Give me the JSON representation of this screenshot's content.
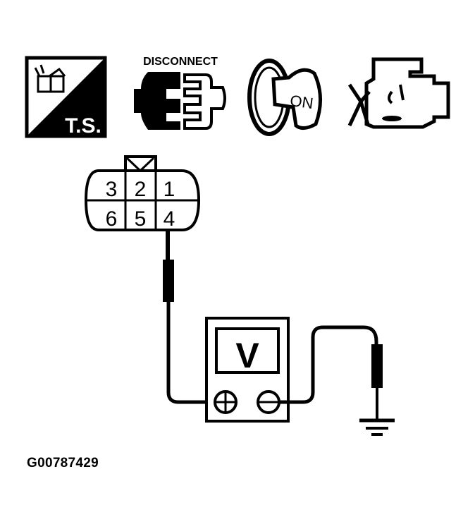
{
  "icons": {
    "ts_badge": {
      "label": "T.S."
    },
    "disconnect": {
      "label": "DISCONNECT"
    },
    "ignition": {
      "label": "ON"
    },
    "engine": {
      "label": ""
    }
  },
  "connector": {
    "pins_top": [
      "3",
      "2",
      "1"
    ],
    "pins_bottom": [
      "6",
      "5",
      "4"
    ],
    "probed_pin": "4"
  },
  "meter": {
    "display": "V",
    "positive_terminal": "+",
    "negative_terminal": "-"
  },
  "figure_id": "G00787429",
  "colors": {
    "ink": "#000000",
    "background": "#ffffff"
  }
}
